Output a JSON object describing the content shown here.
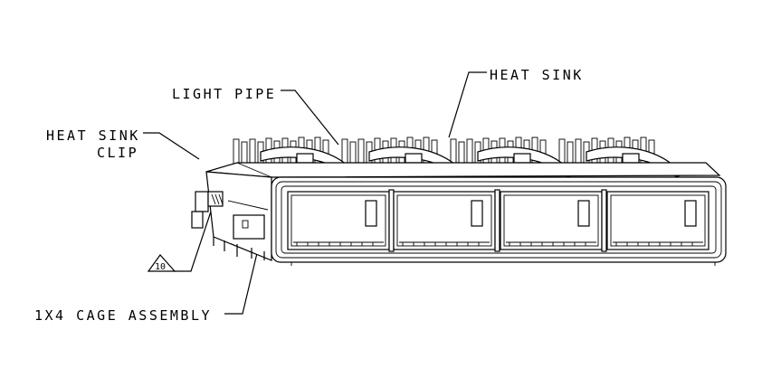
{
  "labels": {
    "heat_sink": "HEAT SINK",
    "light_pipe": "LIGHT PIPE",
    "heat_sink_clip_line1": "HEAT SINK",
    "heat_sink_clip_line2": "CLIP",
    "cage_assembly": "1X4 CAGE ASSEMBLY",
    "note_number": "10"
  }
}
